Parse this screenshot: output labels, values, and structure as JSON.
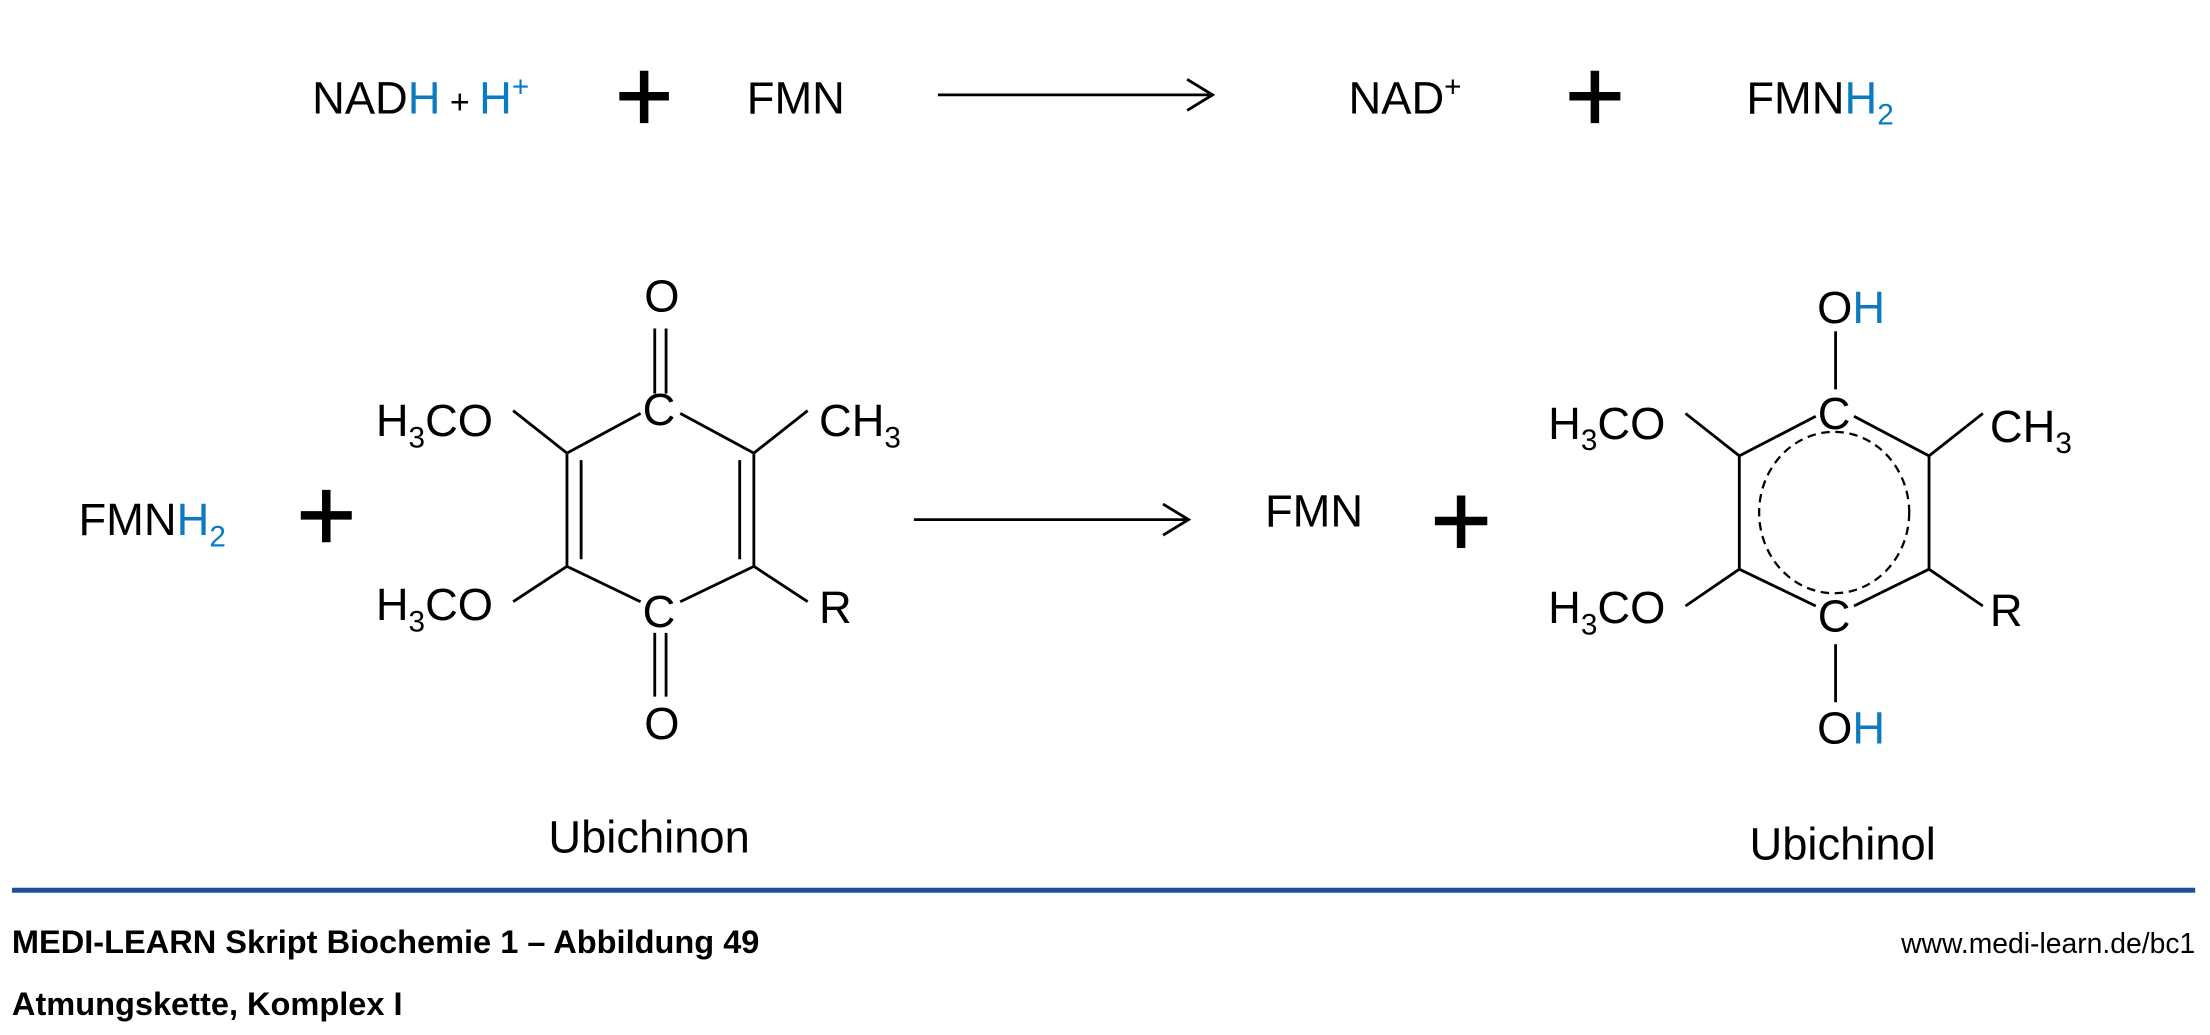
{
  "reaction1": {
    "nadh": "NAD",
    "nadh_h": "H",
    "plus_small": " + ",
    "proton_h": "H",
    "proton_charge": "+",
    "fmn": "FMN",
    "nad": "NAD",
    "nad_charge": "+",
    "fmnh2": "FMN",
    "fmnh2_h": "H",
    "fmnh2_sub": "2"
  },
  "reaction2": {
    "fmnh2": "FMN",
    "fmnh2_h": "H",
    "fmnh2_sub": "2",
    "fmn": "FMN",
    "ubichinon": {
      "name": "Ubichinon",
      "o": "O",
      "c": "C",
      "h3co_h": "H",
      "h3co_sub": "3",
      "h3co_co": "CO",
      "ch3_ch": "CH",
      "ch3_sub": "3",
      "r": "R"
    },
    "ubichinol": {
      "name": "Ubichinol",
      "o": "O",
      "h": "H",
      "c": "C",
      "h3co_h": "H",
      "h3co_sub": "3",
      "h3co_co": "CO",
      "ch3_ch": "CH",
      "ch3_sub": "3",
      "r": "R"
    }
  },
  "footer": {
    "title": "MEDI-LEARN Skript Biochemie 1 – Abbildung 49",
    "subtitle": "Atmungskette, Komplex I",
    "url": "www.medi-learn.de/bc1"
  },
  "colors": {
    "hydrogen": "#0a7bc1",
    "rule": "#1d4f98"
  }
}
